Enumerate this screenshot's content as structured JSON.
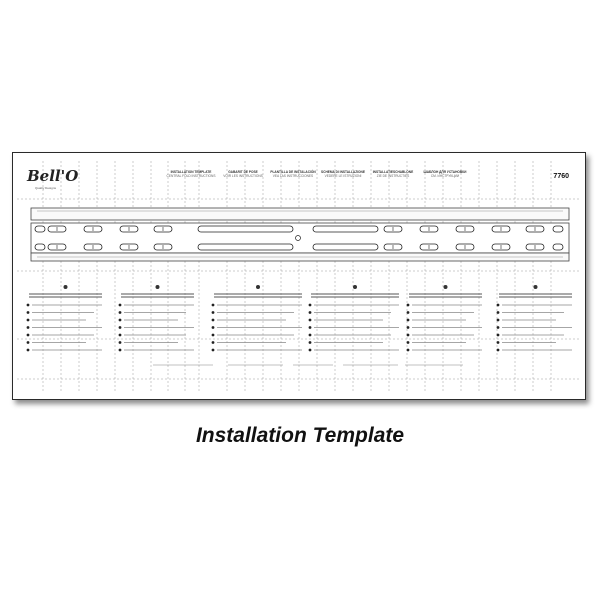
{
  "brand": {
    "logo": "Bell'O",
    "tagline": "Quality Designs"
  },
  "model_number": "7760",
  "headers": [
    {
      "title": "INSTALLATION TEMPLATE",
      "sub": "CENTRAL FOLD INSTRUCTIONS"
    },
    {
      "title": "GABARIT DE POSE",
      "sub": "VOIR LES INSTRUCTIONS"
    },
    {
      "title": "PLANTILLA DE INSTALACIÓN",
      "sub": "VEA LAS INSTRUCCIONES"
    },
    {
      "title": "SCHEMA DI INSTALLAZIONE",
      "sub": "VEDERE LE ISTRUZIONI"
    },
    {
      "title": "INSTALLATIESCHABLONE",
      "sub": "ZIE DE INSTRUCTIES"
    },
    {
      "title": "ШАБЛОН ДЛЯ УСТАНОВКИ",
      "sub": "СМ. ИНСТРУКЦИИ"
    }
  ],
  "caption": "Installation Template"
}
